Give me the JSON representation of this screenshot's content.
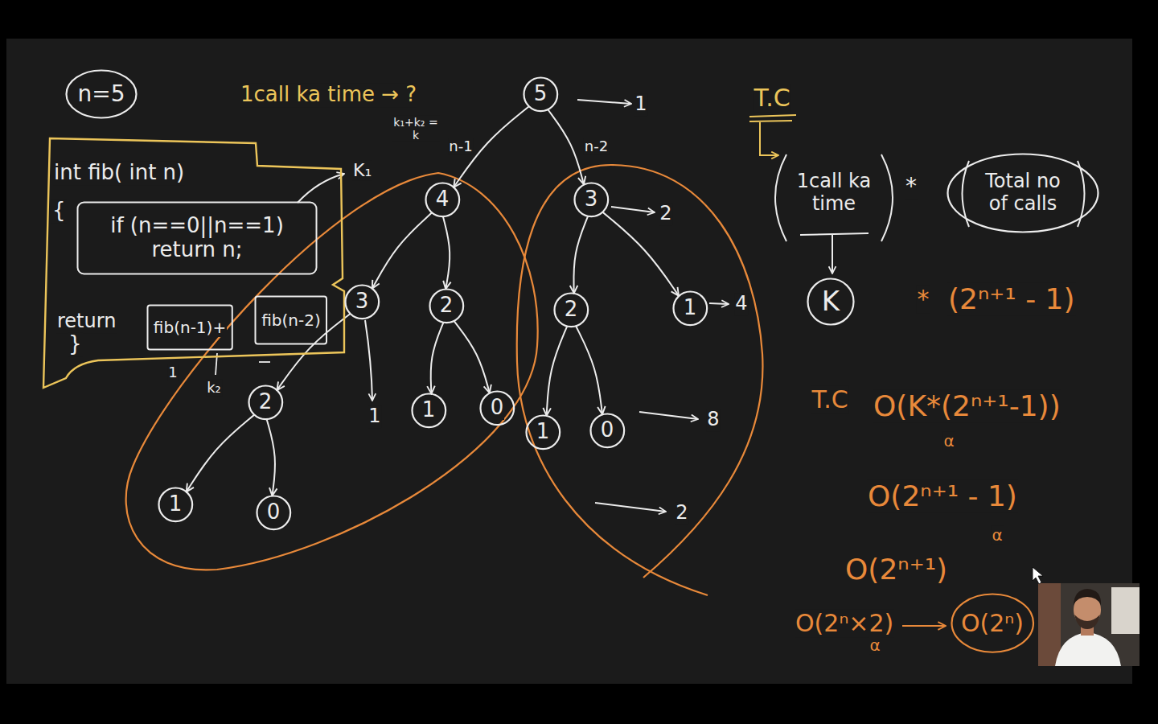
{
  "diagram": {
    "nodes": [
      {
        "text": [
          "n=5"
        ]
      },
      {
        "text": [
          "int fib( int n)",
          "{",
          "return",
          "}"
        ]
      },
      {
        "text": [
          "if (n==0||n==1)",
          "return n;"
        ],
        "in": 1
      },
      {
        "text": [
          "fib(n-1)+"
        ],
        "in": 1
      },
      {
        "text": [
          "fib(n-2)"
        ],
        "in": 1
      },
      {
        "text": [
          "5"
        ]
      },
      {
        "text": [
          "4"
        ]
      },
      {
        "text": [
          "3"
        ]
      },
      {
        "text": [
          "3"
        ]
      },
      {
        "text": [
          "2"
        ]
      },
      {
        "text": [
          "2"
        ]
      },
      {
        "text": [
          "1"
        ]
      },
      {
        "text": [
          "2"
        ]
      },
      {
        "text": [
          "1"
        ]
      },
      {
        "text": [
          "0"
        ]
      },
      {
        "text": [
          "1"
        ]
      },
      {
        "text": [
          "0"
        ]
      },
      {
        "text": [
          "1"
        ]
      },
      {
        "text": [
          "0"
        ]
      },
      {
        "text": [
          "Total no of calls"
        ]
      },
      {
        "text": [
          "K"
        ]
      },
      {
        "text": [
          "O(2ⁿ)"
        ]
      }
    ],
    "edges": [
      {
        "from": 5,
        "to": 6,
        "arrow": "to",
        "label": "n-1"
      },
      {
        "from": 5,
        "to": 7,
        "arrow": "to",
        "label": "n-2"
      },
      {
        "from": 6,
        "to": 8,
        "arrow": "to"
      },
      {
        "from": 6,
        "to": 9,
        "arrow": "to"
      },
      {
        "from": 7,
        "to": 10,
        "arrow": "to"
      },
      {
        "from": 7,
        "to": 11,
        "arrow": "to"
      },
      {
        "from": 8,
        "to": 12,
        "arrow": "to"
      },
      {
        "from": 9,
        "to": 13,
        "arrow": "to"
      },
      {
        "from": 9,
        "to": 14,
        "arrow": "to"
      },
      {
        "from": 10,
        "to": 15,
        "arrow": "to"
      },
      {
        "from": 10,
        "to": 16,
        "arrow": "to"
      },
      {
        "from": 12,
        "to": 17,
        "arrow": "to"
      },
      {
        "from": 12,
        "to": 18,
        "arrow": "to"
      }
    ],
    "labels": [
      "1call ka time → ?",
      "k₁+k₂ = k",
      "K₁",
      "1",
      "k₂",
      "1",
      "2",
      "1",
      "4",
      "8",
      "2",
      "T.C",
      "1call ka time",
      "*",
      "*",
      "(2ⁿ⁺¹ - 1)",
      "T.C",
      "O(K*(2ⁿ⁺¹-1))",
      "α",
      "O(2ⁿ⁺¹ - 1)",
      "α",
      "O(2ⁿ⁺¹)",
      "O(2ⁿ×2)",
      "α"
    ]
  }
}
